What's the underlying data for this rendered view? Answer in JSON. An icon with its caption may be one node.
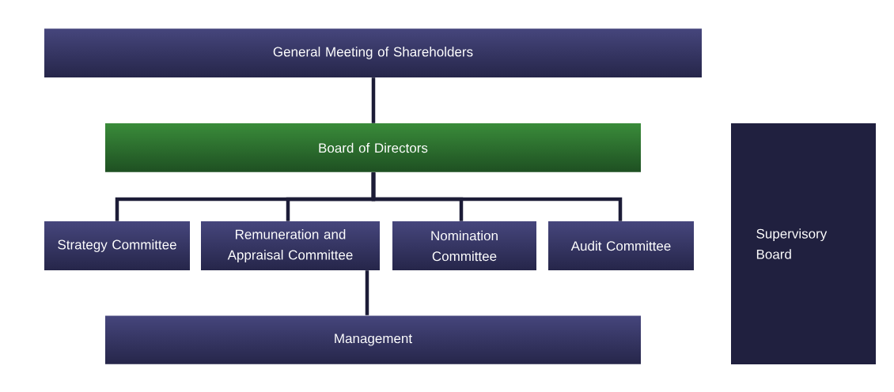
{
  "diagram": {
    "nodes": [
      {
        "text": [
          "General Meeting of Shareholders"
        ]
      },
      {
        "text": [
          "Board of Directors"
        ]
      },
      {
        "text": [
          "Strategy Committee"
        ]
      },
      {
        "text": [
          "Remuneration and Appraisal Committee"
        ]
      },
      {
        "text": [
          "Nomination Committee"
        ]
      },
      {
        "text": [
          "Audit Committee"
        ]
      },
      {
        "text": [
          "Management"
        ]
      },
      {
        "text": [
          "Supervisory Board"
        ]
      }
    ],
    "edges": [
      {
        "from": 0,
        "to": 1,
        "arrow": "none"
      },
      {
        "from": 1,
        "to": 2,
        "arrow": "none"
      },
      {
        "from": 1,
        "to": 3,
        "arrow": "none"
      },
      {
        "from": 1,
        "to": 4,
        "arrow": "none"
      },
      {
        "from": 1,
        "to": 5,
        "arrow": "none"
      },
      {
        "from": 3,
        "to": 6,
        "arrow": "none"
      }
    ]
  }
}
